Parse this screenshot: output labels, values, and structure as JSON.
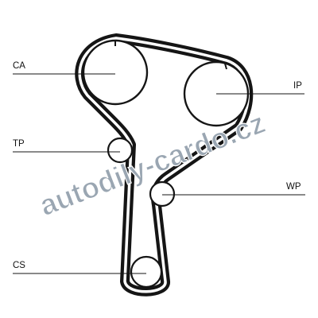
{
  "labels": {
    "ca": "CA",
    "ip": "IP",
    "tp": "TP",
    "wp": "WP",
    "cs": "CS"
  },
  "watermark": {
    "text": "autodily-cardo.cz",
    "color": "#9aa6b2"
  },
  "colors": {
    "belt": "#151515",
    "pulley_outline": "#151515",
    "leader_line": "#151515",
    "background": "#ffffff"
  }
}
